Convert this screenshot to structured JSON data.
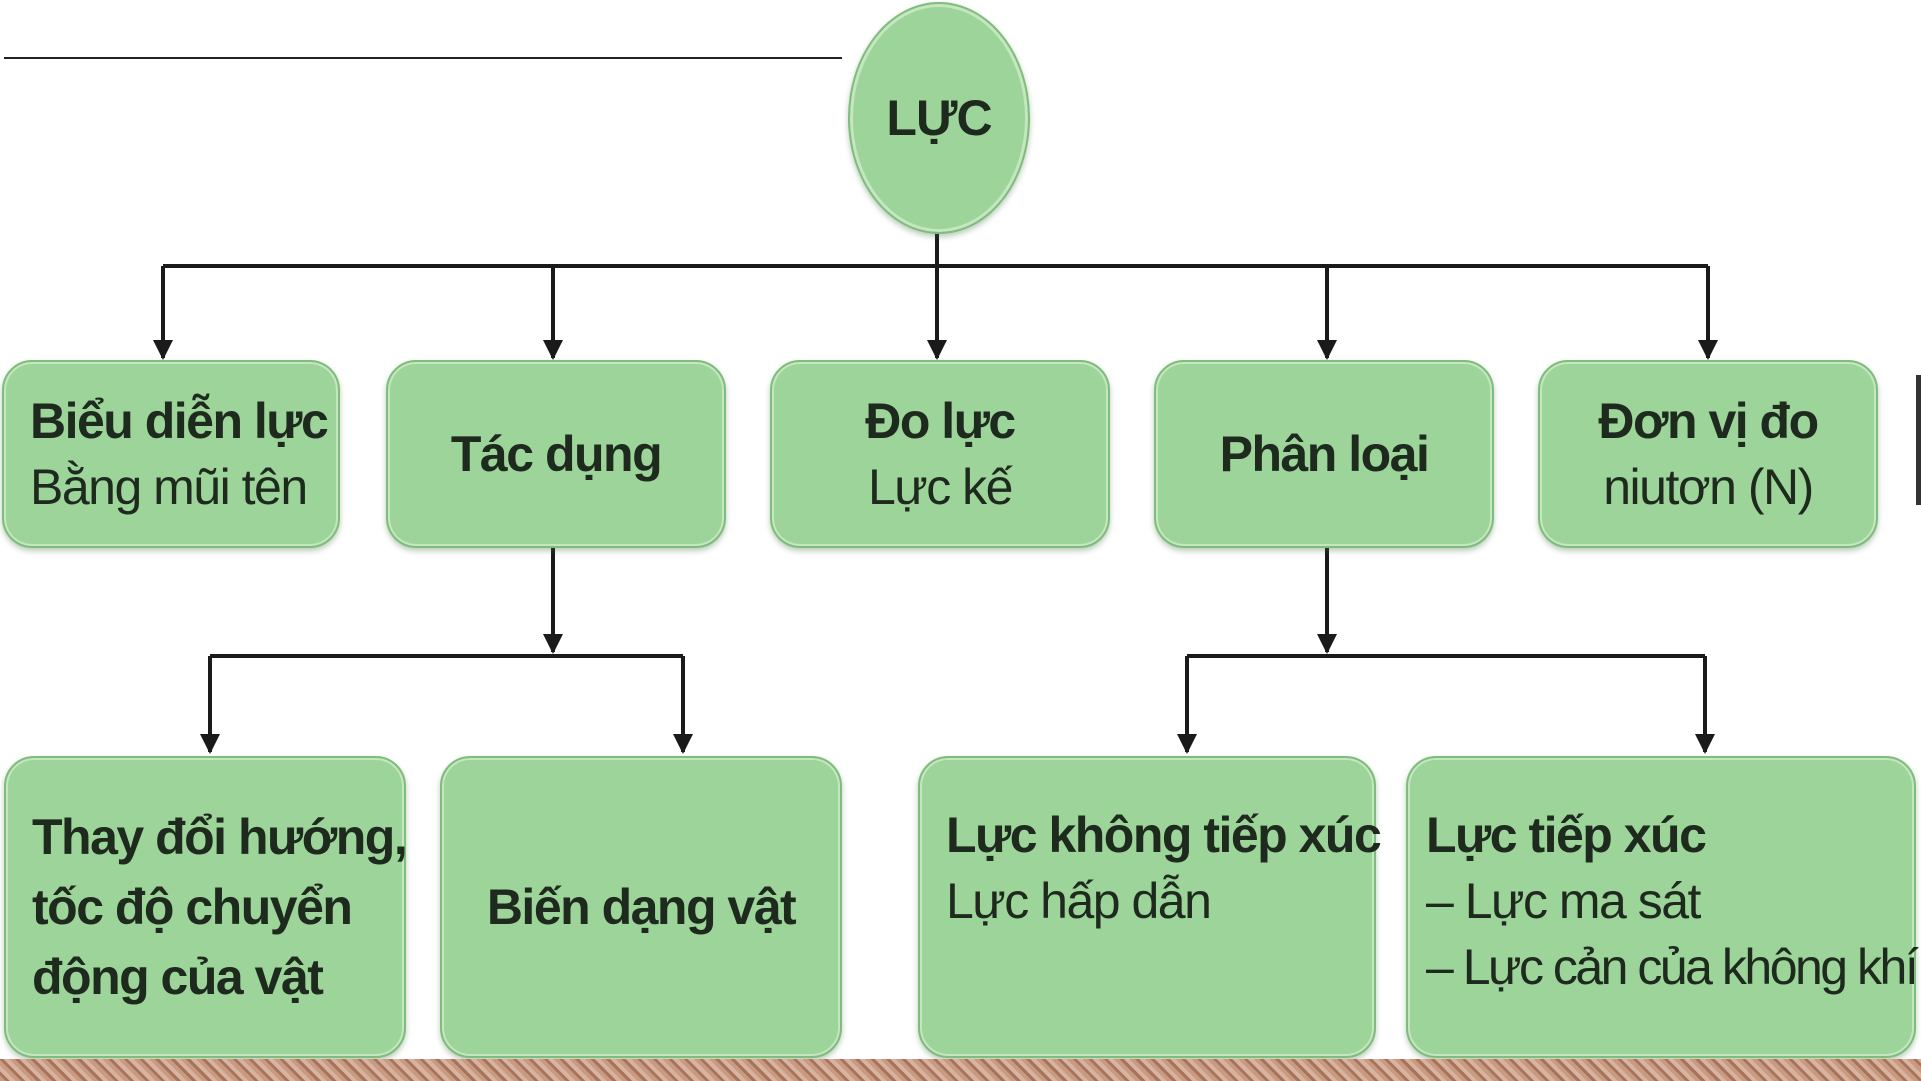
{
  "root": {
    "label": "LỰC"
  },
  "level1": [
    {
      "title": "Biểu diễn lực",
      "subtitle": "Bằng mũi tên"
    },
    {
      "title": "Tác dụng",
      "subtitle": ""
    },
    {
      "title": "Đo lực",
      "subtitle": "Lực kế"
    },
    {
      "title": "Phân loại",
      "subtitle": ""
    },
    {
      "title": "Đơn vị đo",
      "subtitle": "niutơn (N)"
    }
  ],
  "effects": [
    {
      "title": "Thay đổi hướng,",
      "line2": "tốc độ chuyển",
      "line3": "động của vật"
    },
    {
      "title": "Biến dạng vật"
    }
  ],
  "types": [
    {
      "title": "Lực không tiếp xúc",
      "line2": "Lực hấp dẫn"
    },
    {
      "title": "Lực tiếp xúc",
      "line2": "– Lực ma sát",
      "line3": "– Lực cản của không khí"
    }
  ],
  "colors": {
    "box_fill": "#9dd49a",
    "box_border": "#7fbd7c",
    "wire": "#1a1a1a",
    "text": "#1e2a1e"
  }
}
